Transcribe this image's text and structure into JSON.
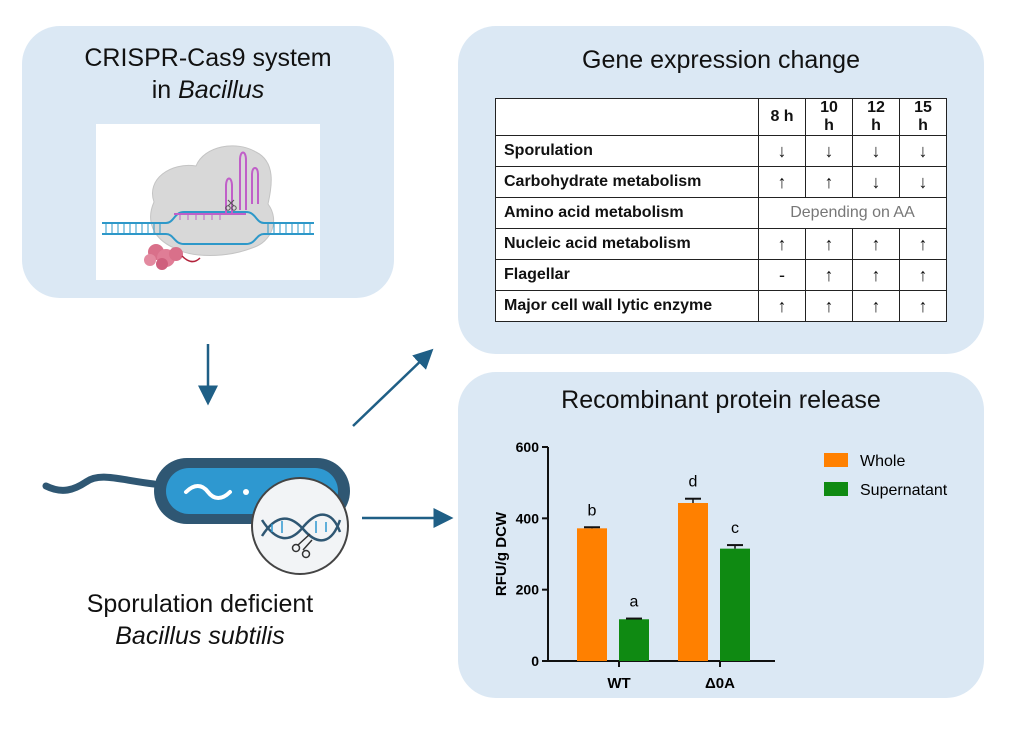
{
  "crispr_panel": {
    "title_line1": "CRISPR-Cas9 system",
    "title_line2_prefix": "in ",
    "title_line2_italic": "Bacillus"
  },
  "gene_panel": {
    "title": "Gene expression change",
    "columns": [
      "8 h",
      "10 h",
      "12 h",
      "15 h"
    ],
    "rows": [
      {
        "label": "Sporulation",
        "values": [
          "↓",
          "↓",
          "↓",
          "↓"
        ]
      },
      {
        "label": "Carbohydrate metabolism",
        "values": [
          "↑",
          "↑",
          "↓",
          "↓"
        ]
      },
      {
        "label": "Amino acid metabolism",
        "merged": "Depending on AA"
      },
      {
        "label": "Nucleic acid metabolism",
        "values": [
          "↑",
          "↑",
          "↑",
          "↑"
        ]
      },
      {
        "label": "Flagellar",
        "values": [
          "-",
          "↑",
          "↑",
          "↑"
        ]
      },
      {
        "label": "Major cell wall lytic enzyme",
        "values": [
          "↑",
          "↑",
          "↑",
          "↑"
        ]
      }
    ]
  },
  "release_panel": {
    "title": "Recombinant protein release"
  },
  "strain": {
    "line1": "Sporulation deficient",
    "line2_italic": "Bacillus subtilis"
  },
  "colors": {
    "panel_bg": "#dbe8f4",
    "arrow": "#1f5f86",
    "whole": "#ff8000",
    "supernatant": "#0f8a12"
  },
  "chart_data": {
    "type": "bar",
    "categories": [
      "WT",
      "Δ0A"
    ],
    "series": [
      {
        "name": "Whole",
        "values": [
          372,
          443
        ],
        "errors": [
          3,
          12
        ],
        "letters": [
          "b",
          "d"
        ],
        "color": "#ff8000"
      },
      {
        "name": "Supernatant",
        "values": [
          117,
          315
        ],
        "errors": [
          2,
          10
        ],
        "letters": [
          "a",
          "c"
        ],
        "color": "#0f8a12"
      }
    ],
    "ylabel": "RFU/g DCW",
    "ylim": [
      0,
      600
    ],
    "yticks": [
      0,
      200,
      400,
      600
    ],
    "legend_position": "top-right",
    "grid": false
  }
}
